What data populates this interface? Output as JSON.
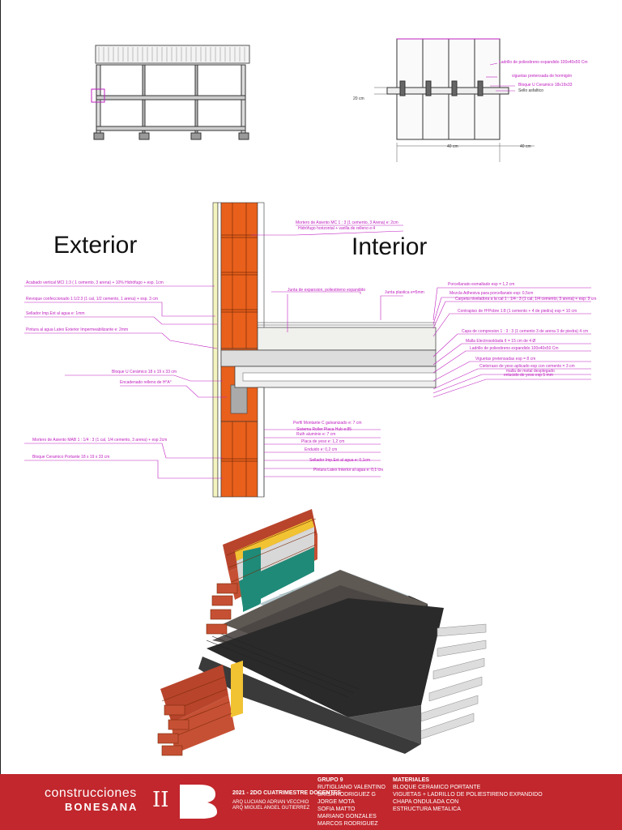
{
  "labels": {
    "exterior": "Exterior",
    "interior": "Interior"
  },
  "top_right": {
    "ann1": "Ladrillo de poliestireno expandido 100x40x50 Cm",
    "ann2": "viguetas pretensada de hormigón",
    "ann3": "Bloque U Ceramico 18x19x33",
    "ann4": "Sello asfaltico",
    "dim_20": "20 cm",
    "dim_40a": "40 cm",
    "dim_40b": "40 cm"
  },
  "left_annotations": [
    "Acabado vertical MCI 1:3 ( 1 cemento, 3 arena) + 10% Hidrófugo + esp. 1cm",
    "Revoque confeccionado 1:1/2:3 (1 cal, 1/2 cemento, 1 arena) + esp. 3 cm",
    "Sellador Imp.Ext al agua e: 1mm",
    "Pintura al agua Latex Exterior Impermeabilizante e: 2mm",
    "Bloque U Cerámico 18 x 19 x 33 cm",
    "Encadenado relleno de H°A°",
    "Mortero de Asiento MAB 1 : 1/4 : 3 (1 cal, 1/4 cemento, 3 arena) + esp 2cm",
    "Bloque Ceramico Portante 18 x 19 x 33 cm"
  ],
  "right_annotations": [
    "Mortero de Asiento MC 1 : 3 (1 cemento, 3 Arena) e: 2cm",
    "Hidrófugo horizontal + varilla de relleno e:4",
    "Junta de expansion, poliestireno expandido",
    "Junta plastica e=5mm",
    "Porcellanato esmaltado esp = 1,2 cm",
    "Mezcla Adhesiva para porcellanato esp: 0,5cm",
    "Carpeta niveladora a la cal 1 : 1/4 : 3 (1 cal, 1/4 cemento, 3 arena) + esp. 3 cm",
    "Contrapiso de HºPobre 1:8 (1 cemento + 4 de piedra) esp = 10 cm",
    "Capa de compresion 1 : 3 : 3 (1 cemento 3 de arena 3 de piedra) 4 cm",
    "Malla Electrosoldada ¢ = 15 cm de 4 Ø",
    "Ladrillo de poliestireno expandido 100x40x50 Cm",
    "Viguetas pretensadas esp = 8 cm",
    "Cielorraso de yeso aplicado esp con cemento = 3 cm",
    "malla de metal desplegado",
    "enlucido de yeso esp 5 mm",
    "Perfil Montante C galvanizado e: 7 cm",
    "Sistema Roller Placa Hub e:85",
    "Ruth aluminio e: 7 cm",
    "Placa de yeso e: 1,2 cm",
    "Enduido e: 0,2 cm",
    "Sellador Imp.Ext al agua e: 0,1cm",
    "Pintura Latex Interior al agua e: 0,1 cm"
  ],
  "footer": {
    "brand_line1": "construcciones",
    "brand_line2": "BONESANA",
    "brand_ii": "II",
    "course": "2021 - 2DO CUATRIMESTRE DOCENTES",
    "teacher1": "ARQ LUCIANO ADRIAN VECCHIO",
    "teacher2": "ARQ MIGUEL ANGEL GUTIERREZ",
    "group_title": "GRUPO 9",
    "members": [
      "RUTIGLIANO VALENTINO",
      "BRISA RODRIGUEZ G",
      "JORGE MOTA",
      "SOFIA MATTO",
      "MARIANO GONZALES",
      "MARCOS RODRIGUEZ"
    ],
    "materials_title": "MATERIALES",
    "materials": [
      "BLOQUE CERAMICO PORTANTE",
      "VIGUETAS  +  LADRILLO DE POLIESTIRENO EXPANDIDO",
      "CHAPA ONDULADA CON",
      "ESTRUCTURA METALICA"
    ]
  },
  "colors": {
    "annotation": "#c020c0",
    "brick": "#e8601c",
    "footer_bg": "#c1272d"
  }
}
